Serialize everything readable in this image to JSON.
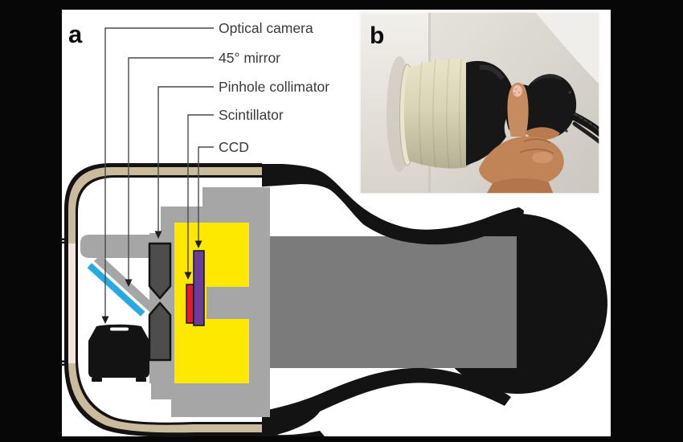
{
  "panel_a": {
    "letter": "a",
    "labels": {
      "optical_camera": "Optical camera",
      "mirror_45": "45° mirror",
      "pinhole_collimator": "Pinhole collimator",
      "scintillator": "Scintillator",
      "ccd": "CCD"
    }
  },
  "panel_b": {
    "letter": "b"
  },
  "colors": {
    "shielding_yellow": "#FFE800",
    "scintillator_red": "#E8192B",
    "ccd_purple": "#6B3D98",
    "mirror_blue": "#29A9E1",
    "shell_tan": "#C9BB9B",
    "window_pink": "#F6E3DB",
    "body_gray": "#A6A6A6",
    "handle_gray": "#7B7B7B",
    "collimator_gray": "#4D4D4D",
    "outline_black": "#131313",
    "photo_device_cream": "#D8D5B6",
    "photo_skin": "#C08457"
  }
}
